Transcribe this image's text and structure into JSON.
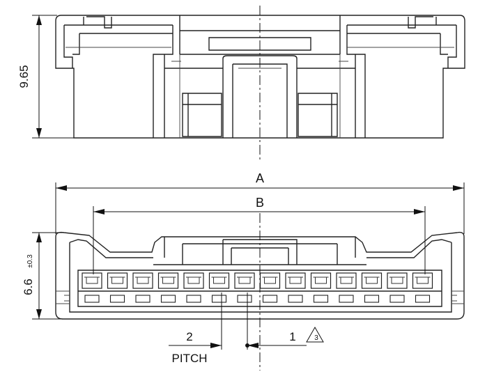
{
  "dimensions": {
    "height_top": "9.65",
    "overall_width": "A",
    "terminal_span": "B",
    "height_bottom": "6.6",
    "height_bottom_tol": "±0.3",
    "pin_left": "2",
    "pin_right": "1",
    "pitch_label": "PITCH",
    "note_ref": "3"
  },
  "connector": {
    "positions": 14
  }
}
